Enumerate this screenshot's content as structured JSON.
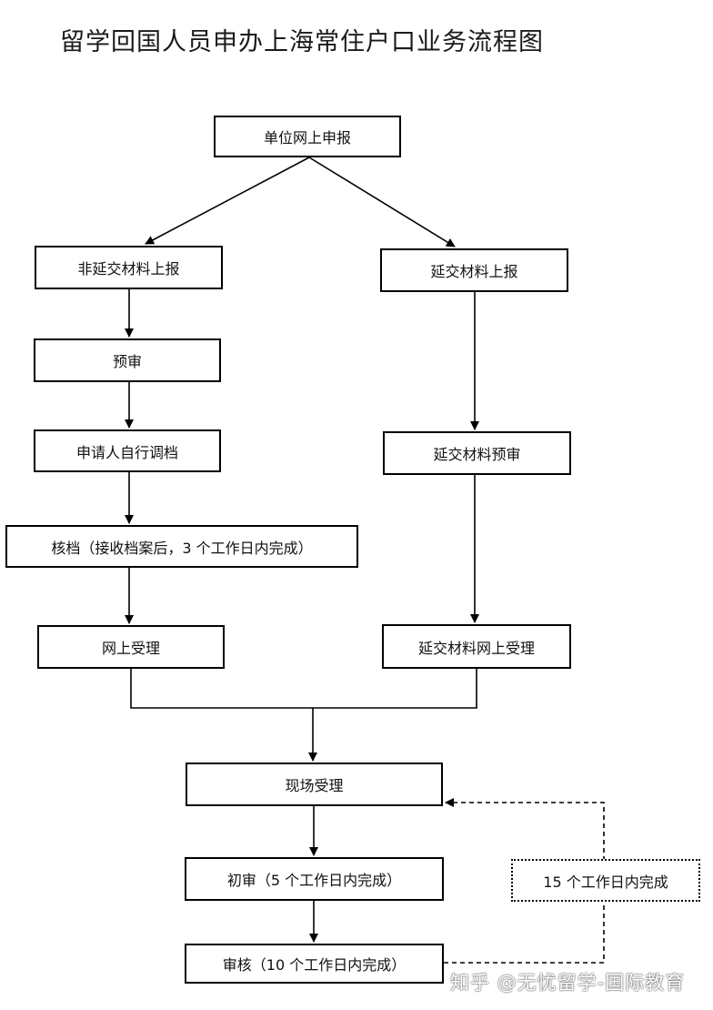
{
  "title": "留学回国人员申办上海常住户口业务流程图",
  "nodes": {
    "online_report": "单位网上申报",
    "non_extension_report": "非延交材料上报",
    "extension_report": "延交材料上报",
    "pre_review": "预审",
    "self_file_transfer": "申请人自行调档",
    "extension_pre_review": "延交材料预审",
    "file_verification": "核档（接收档案后，3 个工作日内完成）",
    "online_acceptance": "网上受理",
    "extension_online_acceptance": "延交材料网上受理",
    "onsite_acceptance": "现场受理",
    "first_review": "初审（5 个工作日内完成）",
    "final_review": "审核（10 个工作日内完成）",
    "fifteen_days_note": "15 个工作日内完成"
  },
  "watermark": "知乎 @无忧留学-国际教育"
}
